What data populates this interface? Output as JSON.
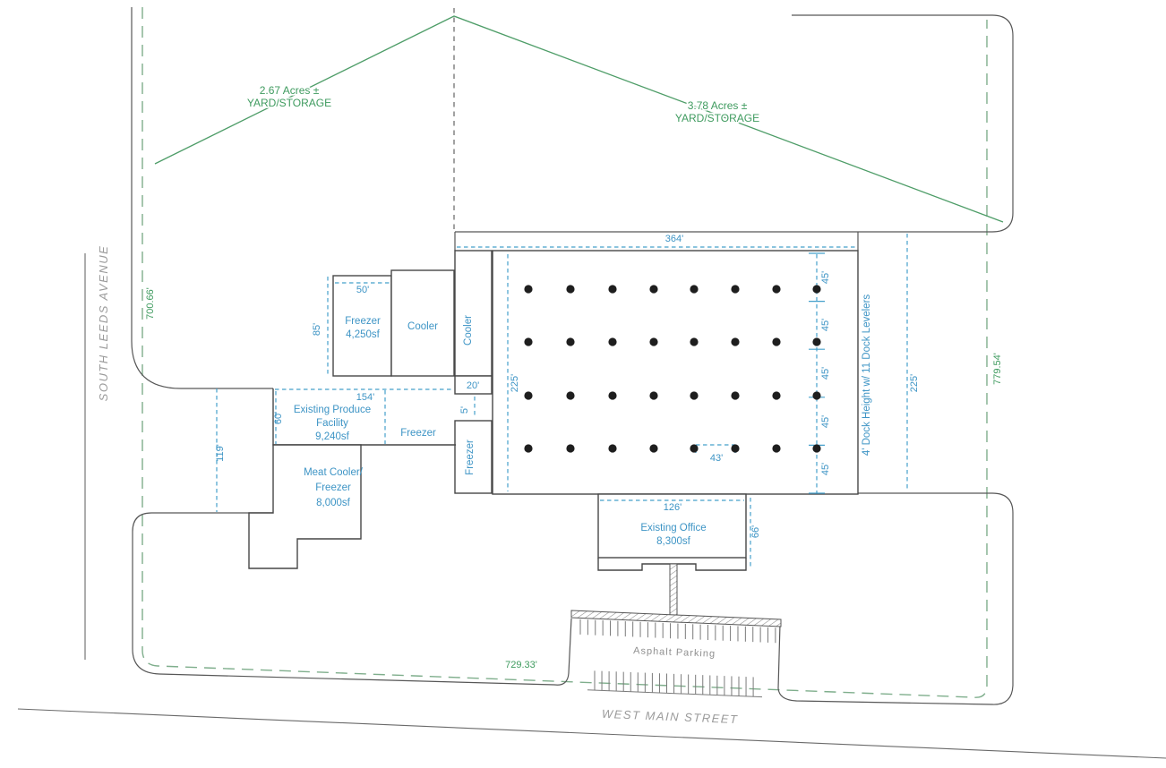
{
  "streets": {
    "west": "SOUTH LEEDS AVENUE",
    "south": "WEST MAIN STREET"
  },
  "yards": {
    "west": {
      "acres": "2.67 Acres ±",
      "use": "YARD/STORAGE"
    },
    "east": {
      "acres": "3.78 Acres ±",
      "use": "YARD/STORAGE"
    }
  },
  "property_dims": {
    "west": "700.66'",
    "east": "779.54'",
    "south": "729.33'",
    "frontage_depth": "119'"
  },
  "warehouse": {
    "width": "364'",
    "depth": "225'",
    "bay_spacing": "45'",
    "col_spacing": "43'",
    "dock_note": "4' Dock Height w/ 11 Dock Levelers"
  },
  "buildings": {
    "freezer_small": {
      "name": "Freezer",
      "area": "4,250sf",
      "width": "50'",
      "depth": "85'"
    },
    "cooler_attached": {
      "name": "Cooler"
    },
    "cooler_dock": {
      "name": "Cooler"
    },
    "dock_width": "20'",
    "dock_gap": "5'",
    "freezer_dock": {
      "name": "Freezer"
    },
    "produce": {
      "name1": "Existing Produce",
      "name2": "Facility",
      "area": "9,240sf",
      "width": "154'",
      "depth": "60'"
    },
    "produce_freezer": {
      "name": "Freezer"
    },
    "meat": {
      "name1": "Meat Cooler/",
      "name2": "Freezer",
      "area": "8,000sf"
    },
    "office": {
      "name": "Existing Office",
      "area": "8,300sf",
      "width": "126'",
      "depth": "66'"
    }
  },
  "parking": {
    "label": "Asphalt Parking"
  },
  "colors": {
    "dim_blue": "#3d94c5",
    "green": "#3f9b5f",
    "property_green": "#7fae8c",
    "gray_text": "#9b9b9b",
    "line_dark": "#474747"
  }
}
